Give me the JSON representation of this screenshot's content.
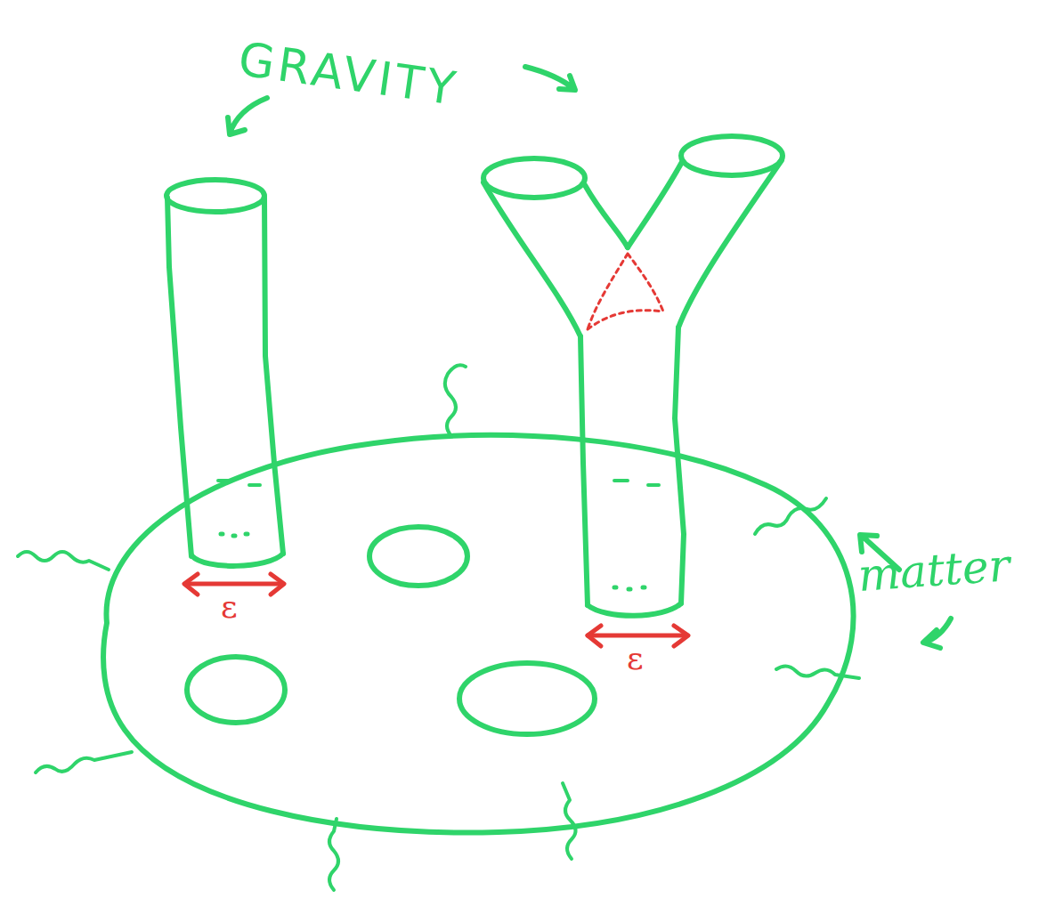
{
  "diagram": {
    "labels": [
      "GRAVITY",
      "matter",
      "ε",
      "ε"
    ]
  }
}
